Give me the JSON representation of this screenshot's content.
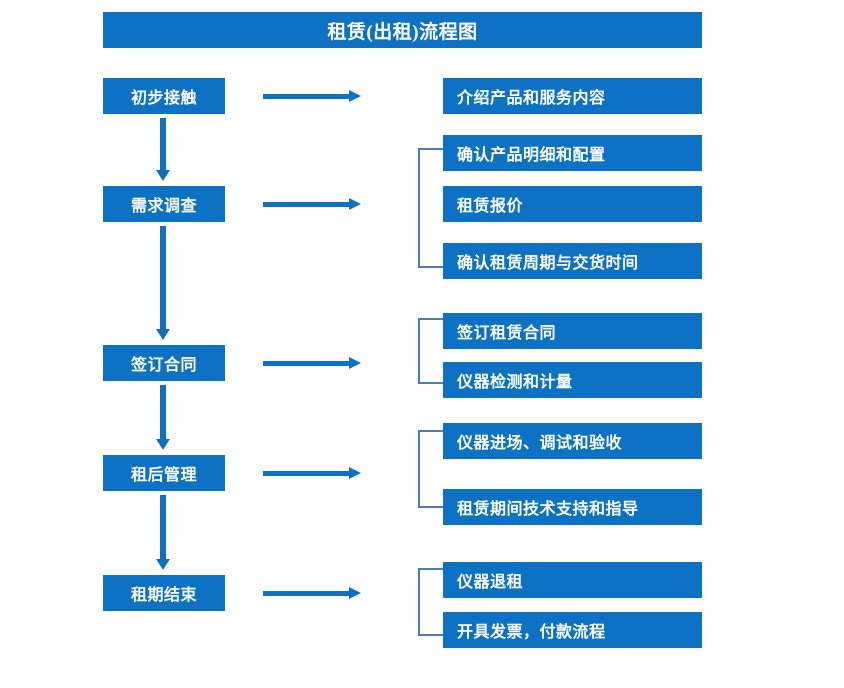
{
  "title": "租赁(出租)流程图",
  "theme": {
    "box_blue": "#0d72c4",
    "arrow_blue": "#1170bd",
    "bracket_blue": "#4a7fb5",
    "text_white": "#ffffff",
    "background": "#ffffff"
  },
  "stages": [
    {
      "label": "初步接触"
    },
    {
      "label": "需求调查"
    },
    {
      "label": "签订合同"
    },
    {
      "label": "租后管理"
    },
    {
      "label": "租期结束"
    }
  ],
  "details": [
    {
      "label": "介绍产品和服务内容"
    },
    {
      "label": "确认产品明细和配置"
    },
    {
      "label": "租赁报价"
    },
    {
      "label": "确认租赁周期与交货时间"
    },
    {
      "label": "签订租赁合同"
    },
    {
      "label": "仪器检测和计量"
    },
    {
      "label": "仪器进场、调试和验收"
    },
    {
      "label": "租赁期间技术支持和指导"
    },
    {
      "label": "仪器退租"
    },
    {
      "label": "开具发票，付款流程"
    }
  ],
  "chart_data": {
    "type": "diagram",
    "title": "租赁(出租)流程图",
    "diagram_kind": "flowchart",
    "orientation": "vertical",
    "nodes": [
      {
        "stage": "初步接触",
        "details": [
          "介绍产品和服务内容"
        ]
      },
      {
        "stage": "需求调查",
        "details": [
          "确认产品明细和配置",
          "租赁报价",
          "确认租赁周期与交货时间"
        ]
      },
      {
        "stage": "签订合同",
        "details": [
          "签订租赁合同",
          "仪器检测和计量"
        ]
      },
      {
        "stage": "租后管理",
        "details": [
          "仪器进场、调试和验收",
          "租赁期间技术支持和指导"
        ]
      },
      {
        "stage": "租期结束",
        "details": [
          "仪器退租",
          "开具发票，付款流程"
        ]
      }
    ],
    "edges": [
      {
        "from": "初步接触",
        "to": "需求调查",
        "direction": "down"
      },
      {
        "from": "需求调查",
        "to": "签订合同",
        "direction": "down"
      },
      {
        "from": "签订合同",
        "to": "租后管理",
        "direction": "down"
      },
      {
        "from": "租后管理",
        "to": "租期结束",
        "direction": "down"
      },
      {
        "from": "初步接触",
        "to": "介绍产品和服务内容",
        "direction": "right"
      },
      {
        "from": "需求调查",
        "to": "确认产品明细和配置",
        "direction": "right"
      },
      {
        "from": "签订合同",
        "to": "签订租赁合同",
        "direction": "right"
      },
      {
        "from": "租后管理",
        "to": "仪器进场、调试和验收",
        "direction": "right"
      },
      {
        "from": "租期结束",
        "to": "仪器退租",
        "direction": "right"
      }
    ]
  }
}
